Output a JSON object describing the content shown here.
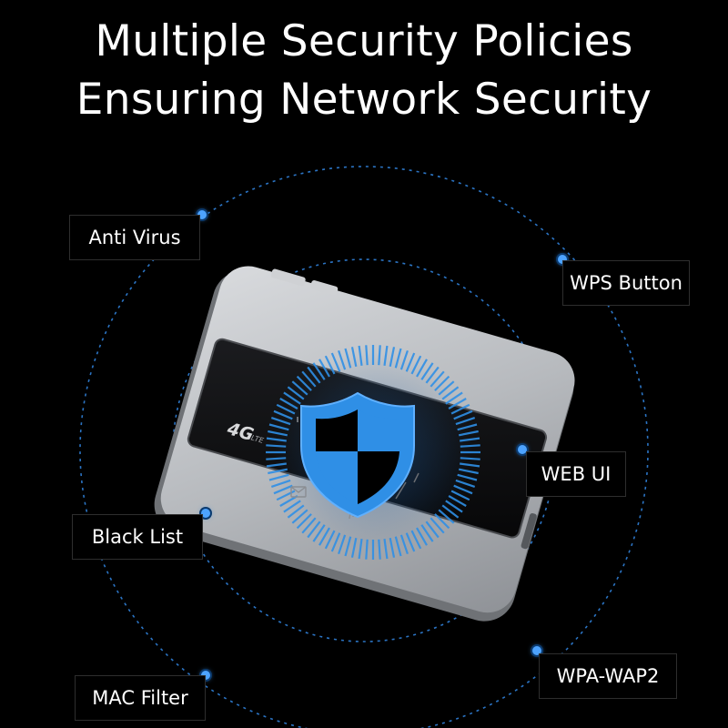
{
  "title": {
    "line1": "Multiple Security Policies",
    "line2": "Ensuring Network Security"
  },
  "device": {
    "network_badge": "4G",
    "network_sub": "LTE"
  },
  "features": [
    {
      "label": "Anti Virus"
    },
    {
      "label": "WPS Button"
    },
    {
      "label": "WEB UI"
    },
    {
      "label": "Black List"
    },
    {
      "label": "WPA-WAP2"
    },
    {
      "label": "MAC Filter"
    }
  ],
  "colors": {
    "background": "#000000",
    "accent_blue": "#2f8fe6",
    "shield_dark": "#000000",
    "device_body": "#b9bcc0"
  },
  "icons": [
    "shield-icon",
    "mail-icon",
    "wifi-icon",
    "signal-icon"
  ]
}
